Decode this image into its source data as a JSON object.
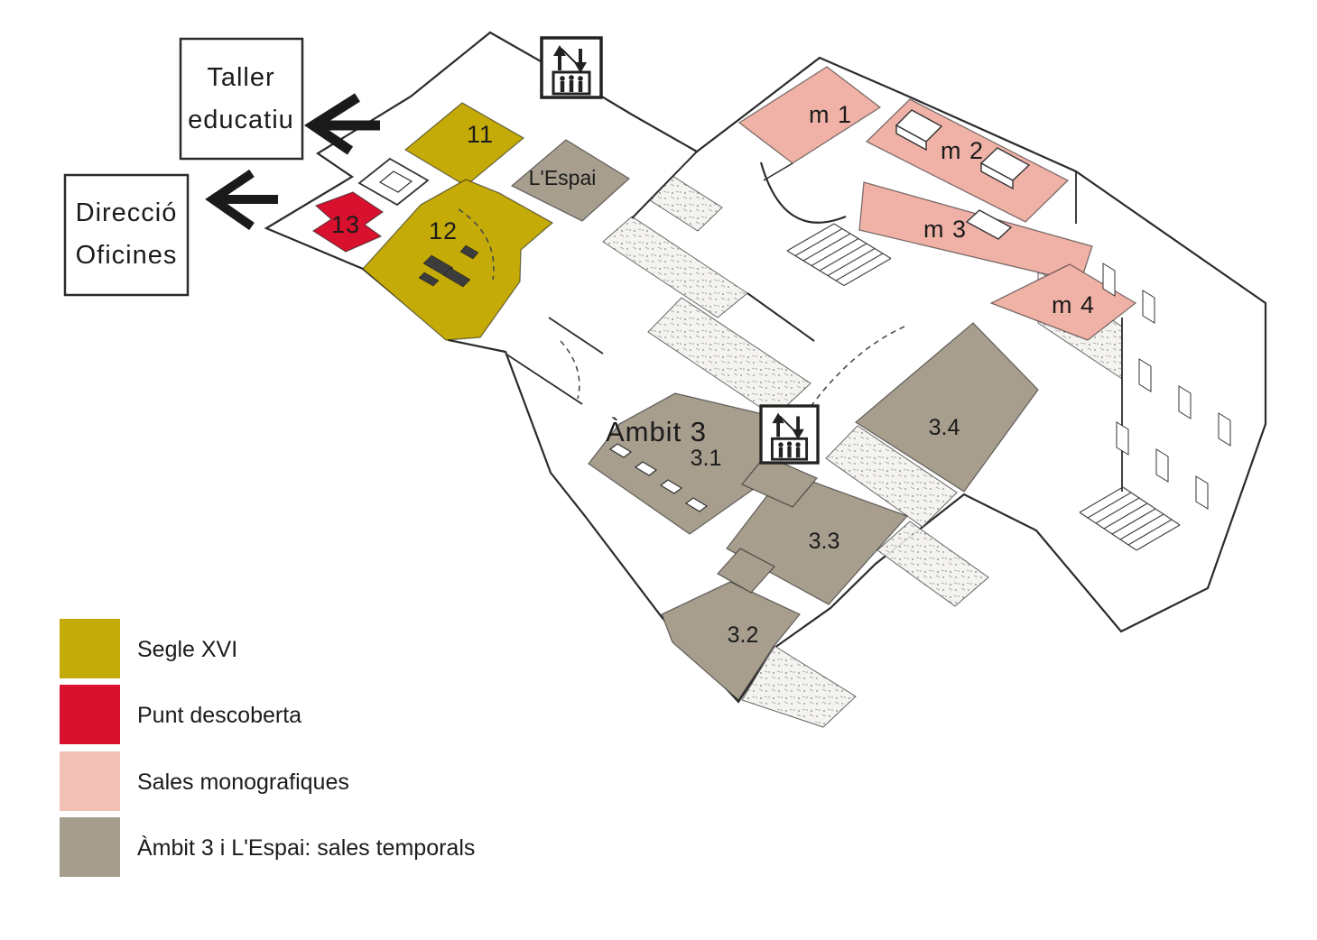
{
  "signs": {
    "taller_educatiu": {
      "line1": "Taller",
      "line2": "educatiu"
    },
    "direccio_oficines": {
      "line1": "Direcció",
      "line2": "Oficines"
    }
  },
  "rooms": [
    {
      "id": "11",
      "label": "11",
      "color": "#C4AB08"
    },
    {
      "id": "12",
      "label": "12",
      "color": "#C4AB08"
    },
    {
      "id": "13",
      "label": "13",
      "color": "#D9112E"
    },
    {
      "id": "espai",
      "label": "L'Espai",
      "color": "#A79E8E"
    },
    {
      "id": "m1",
      "label": "m 1",
      "color": "#F0B2A7"
    },
    {
      "id": "m2",
      "label": "m 2",
      "color": "#F0B2A7"
    },
    {
      "id": "m3",
      "label": "m 3",
      "color": "#F0B2A7"
    },
    {
      "id": "m4",
      "label": "m 4",
      "color": "#F0B2A7"
    },
    {
      "id": "ambit3",
      "label": "Àmbit 3",
      "color": "#A79E8E"
    },
    {
      "id": "3.1",
      "label": "3.1",
      "color": "#A79E8E"
    },
    {
      "id": "3.2",
      "label": "3.2",
      "color": "#A79E8E"
    },
    {
      "id": "3.3",
      "label": "3.3",
      "color": "#A79E8E"
    },
    {
      "id": "3.4",
      "label": "3.4",
      "color": "#A79E8E"
    }
  ],
  "legend": {
    "items": [
      {
        "label": "Segle XVI",
        "color": "#C4AB08"
      },
      {
        "label": "Punt descoberta",
        "color": "#D9112E"
      },
      {
        "label": "Sales monografiques",
        "color": "#F3C0B6"
      },
      {
        "label": "Àmbit 3 i L'Espai: sales temporals",
        "color": "#A59D8D"
      }
    ]
  },
  "icons": {
    "elevator": "elevator-up-down-arrows-with-passengers"
  }
}
